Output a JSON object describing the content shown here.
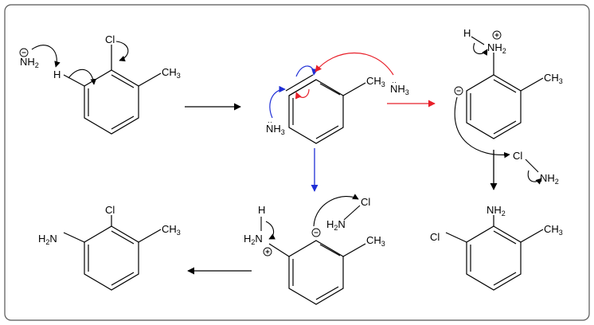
{
  "colors": {
    "black": "#000000",
    "red": "#e8202a",
    "blue": "#1f2fd6",
    "frame": "#555555"
  },
  "labels": {
    "cl": "Cl",
    "ch3": "CH",
    "three": "3",
    "nh2_N": "NH",
    "nh2_sub": "2",
    "h2n_H": "H",
    "h2n_sub": "2",
    "h2n_N": "N",
    "nh3_N": "NH",
    "nh3_sub": "3",
    "h": "H",
    "n": "N",
    "minus": "−",
    "plus": "+",
    "lone_pair": "··"
  }
}
